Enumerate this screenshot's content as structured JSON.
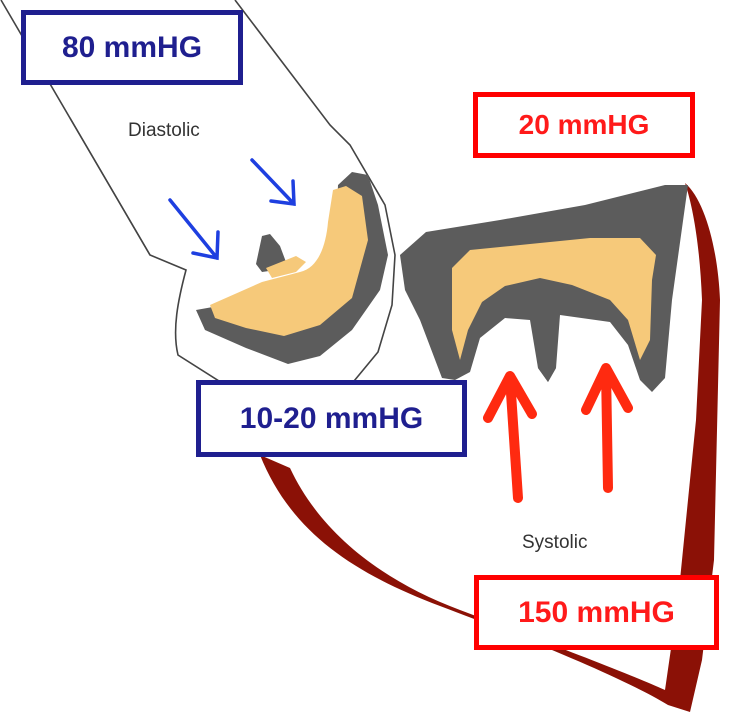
{
  "labels": {
    "aortic_pressure": "80 mmHG",
    "diastolic": "Diastolic",
    "atrial_pressure": "20 mmHG",
    "ventricular_diastolic_pressure": "10-20 mmHG",
    "systolic": "Systolic",
    "ventricular_systolic_pressure": "150 mmHG"
  },
  "colors": {
    "blue_label": "#1f1f8f",
    "red_label": "#ff0000",
    "blue_arrow": "#1e3fe0",
    "red_arrow": "#ff2a10",
    "leaflet": "#f6c97a",
    "valve_tissue": "#5c5c5c",
    "myocardium": "#8b1106"
  }
}
